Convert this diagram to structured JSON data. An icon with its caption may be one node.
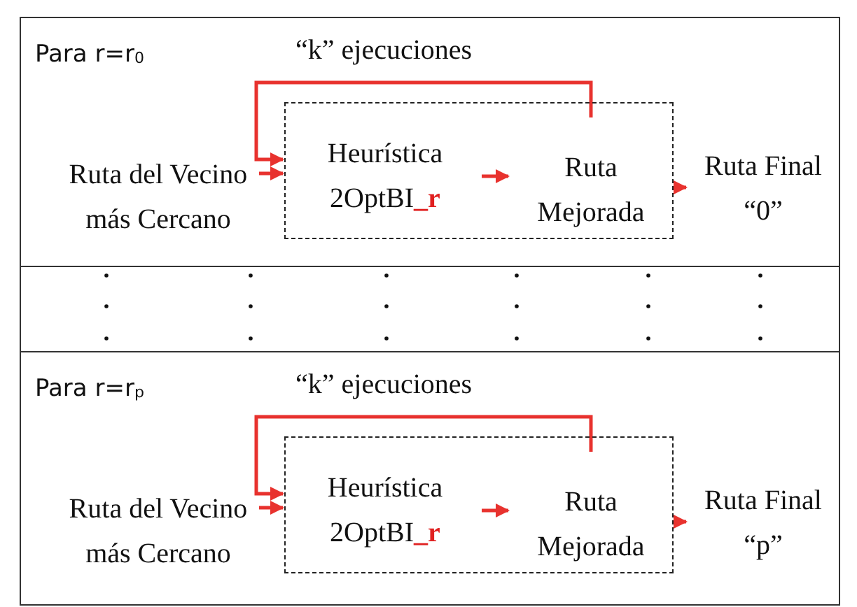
{
  "diagram": {
    "nodes": [
      {
        "text": [
          "Para r=r$_{0}$"
        ]
      },
      {
        "text": [
          "Ruta del Vecino más Cercano"
        ],
        "in": 0
      },
      {
        "text": [],
        "shape": "box",
        "in": 0
      },
      {
        "text": [
          "Heurística 2OptBI**_r**"
        ],
        "in": 2
      },
      {
        "text": [
          "Ruta Mejorada"
        ],
        "in": 2
      },
      {
        "text": [
          "Ruta Final “0”"
        ],
        "in": 0
      },
      {
        "text": [],
        "shape": "band"
      },
      {
        "text": [
          "Para r=r$_{p}$"
        ]
      },
      {
        "text": [
          "Ruta del Vecino más Cercano"
        ],
        "in": 7
      },
      {
        "text": [],
        "shape": "box",
        "in": 7
      },
      {
        "text": [
          "Heurística 2OptBI**_r**"
        ],
        "in": 9
      },
      {
        "text": [
          "Ruta Mejorada"
        ],
        "in": 9
      },
      {
        "text": [
          "Ruta Final “p”"
        ],
        "in": 7
      }
    ],
    "edges": [
      {
        "from": 1,
        "to": 2,
        "arrow": "to"
      },
      {
        "from": 3,
        "to": 4,
        "arrow": "to"
      },
      {
        "from": 4,
        "to": 3,
        "arrow": "to",
        "label": "“k” ejecuciones"
      },
      {
        "from": 2,
        "to": 5,
        "arrow": "to"
      },
      {
        "from": 8,
        "to": 9,
        "arrow": "to"
      },
      {
        "from": 10,
        "to": 11,
        "arrow": "to"
      },
      {
        "from": 11,
        "to": 10,
        "arrow": "to",
        "label": "“k” ejecuciones"
      },
      {
        "from": 9,
        "to": 12,
        "arrow": "to"
      }
    ]
  }
}
